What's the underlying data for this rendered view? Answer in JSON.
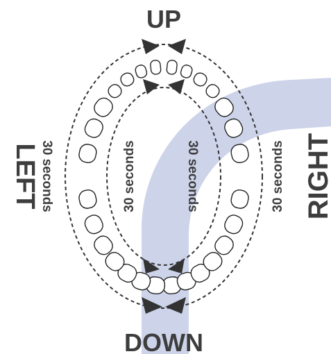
{
  "labels": {
    "up": "UP",
    "down": "DOWN",
    "left": "LEFT",
    "right": "RIGHT",
    "outer_left_time": "30 seconds",
    "inner_left_time": "30 seconds",
    "inner_right_time": "30 seconds",
    "outer_right_time": "30 seconds"
  },
  "colors": {
    "band": "#cdd4ea",
    "text": "#3d3d3d",
    "arrow": "#333333",
    "tooth_stroke": "#222222"
  },
  "icons": {
    "teeth": "dental-arch-icon",
    "arrows": "arrowhead-icon"
  }
}
